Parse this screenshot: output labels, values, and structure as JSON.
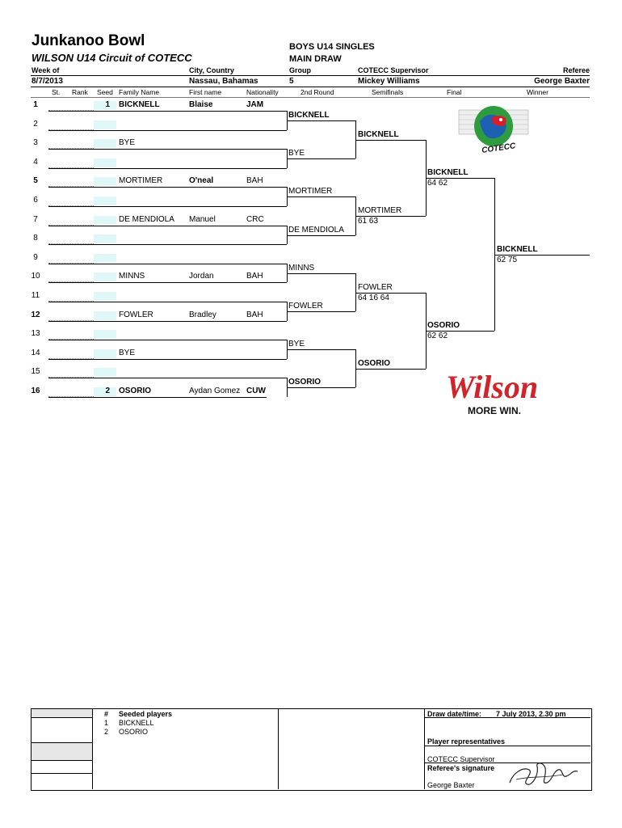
{
  "header": {
    "title": "Junkanoo Bowl",
    "subtitle": "WILSON U14 Circuit of COTECC",
    "event": "BOYS U14 SINGLES",
    "draw": "MAIN DRAW",
    "week_label": "Week of",
    "week_value": "8/7/2013",
    "city_label": "City, Country",
    "city_value": "Nassau, Bahamas",
    "group_label": "Group",
    "group_value": "5",
    "supervisor_label": "COTECC Supervisor",
    "supervisor_value": "Mickey Williams",
    "referee_label": "Referee",
    "referee_value": "George Baxter"
  },
  "columns": {
    "st": "St.",
    "rank": "Rank",
    "seed": "Seed",
    "family": "Family Name",
    "first": "First name",
    "nat": "Nationality",
    "round2": "2nd Round",
    "semis": "Semifinals",
    "final": "Final",
    "winner": "Winner"
  },
  "players": [
    {
      "no": "1",
      "seed": "1",
      "family": "BICKNELL",
      "first": "Blaise",
      "nat": "JAM"
    },
    {
      "no": "2",
      "seed": "",
      "family": "",
      "first": "",
      "nat": ""
    },
    {
      "no": "3",
      "seed": "",
      "family": "BYE",
      "first": "",
      "nat": ""
    },
    {
      "no": "4",
      "seed": "",
      "family": "",
      "first": "",
      "nat": ""
    },
    {
      "no": "5",
      "seed": "",
      "family": "MORTIMER",
      "first": "O'neal",
      "nat": "BAH"
    },
    {
      "no": "6",
      "seed": "",
      "family": "",
      "first": "",
      "nat": ""
    },
    {
      "no": "7",
      "seed": "",
      "family": "DE MENDIOLA",
      "first": "Manuel",
      "nat": "CRC"
    },
    {
      "no": "8",
      "seed": "",
      "family": "",
      "first": "",
      "nat": ""
    },
    {
      "no": "9",
      "seed": "",
      "family": "",
      "first": "",
      "nat": ""
    },
    {
      "no": "10",
      "seed": "",
      "family": "MINNS",
      "first": "Jordan",
      "nat": "BAH"
    },
    {
      "no": "11",
      "seed": "",
      "family": "",
      "first": "",
      "nat": ""
    },
    {
      "no": "12",
      "seed": "",
      "family": "FOWLER",
      "first": "Bradley",
      "nat": "BAH"
    },
    {
      "no": "13",
      "seed": "",
      "family": "",
      "first": "",
      "nat": ""
    },
    {
      "no": "14",
      "seed": "",
      "family": "BYE",
      "first": "",
      "nat": ""
    },
    {
      "no": "15",
      "seed": "",
      "family": "",
      "first": "",
      "nat": ""
    },
    {
      "no": "16",
      "seed": "2",
      "family": "OSORIO",
      "first": "Aydan Gomez",
      "nat": "CUW"
    }
  ],
  "round2": [
    {
      "name": "BICKNELL",
      "score": ""
    },
    {
      "name": "BYE",
      "score": ""
    },
    {
      "name": "MORTIMER",
      "score": ""
    },
    {
      "name": "DE MENDIOLA",
      "score": ""
    },
    {
      "name": "MINNS",
      "score": ""
    },
    {
      "name": "FOWLER",
      "score": ""
    },
    {
      "name": "BYE",
      "score": ""
    },
    {
      "name": "OSORIO",
      "score": ""
    }
  ],
  "semis": [
    {
      "name": "BICKNELL",
      "score": ""
    },
    {
      "name": "MORTIMER",
      "score": "61 63"
    },
    {
      "name": "FOWLER",
      "score": "64 16 64"
    },
    {
      "name": "OSORIO",
      "score": ""
    }
  ],
  "final": [
    {
      "name": "BICKNELL",
      "score": "64 62"
    },
    {
      "name": "OSORIO",
      "score": "62 62"
    }
  ],
  "winner": {
    "name": "BICKNELL",
    "score": "62 75"
  },
  "logos": {
    "cotecc_text": "COTECC",
    "wilson_text": "Wilson",
    "wilson_tagline": "MORE WIN.",
    "colors": {
      "wilson_red": "#d2232a",
      "cotecc_green": "#2e9b3f",
      "cotecc_blue": "#1d5fb0",
      "cotecc_red": "#d81e2a"
    }
  },
  "footer": {
    "hash": "#",
    "seeded_label": "Seeded players",
    "seeded": [
      {
        "n": "1",
        "name": "BICKNELL"
      },
      {
        "n": "2",
        "name": "OSORIO"
      }
    ],
    "draw_label": "Draw date/time:",
    "draw_value": "7 July 2013, 2.30 pm",
    "player_reps": "Player representatives",
    "cotecc_supervisor": "COTECC Supervisor",
    "referee_sig": "Referee's signature",
    "referee_name": "George Baxter"
  }
}
